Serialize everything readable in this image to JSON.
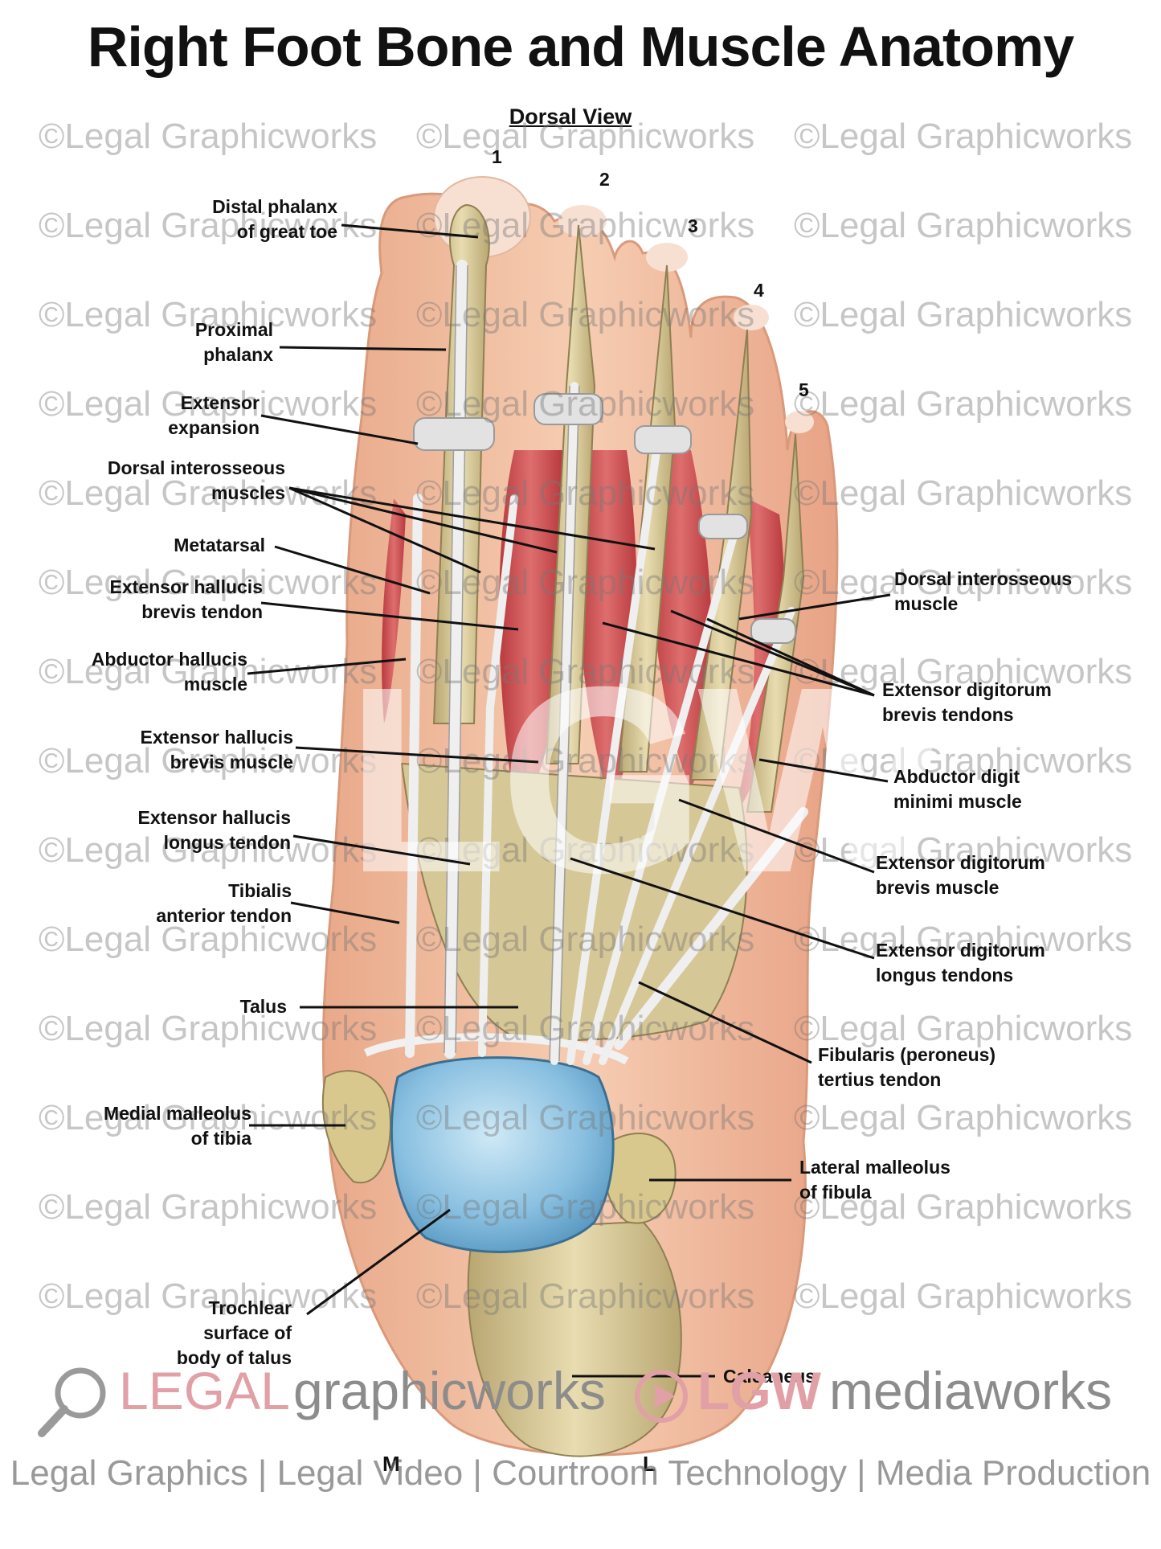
{
  "title": "Right Foot Bone and Muscle Anatomy",
  "subtitle": "Dorsal View",
  "watermark": "©Legal Graphicworks",
  "big_mark": "LGW",
  "toes": [
    "1",
    "2",
    "3",
    "4",
    "5"
  ],
  "orientation": {
    "medial": "M",
    "lateral": "L"
  },
  "labels": {
    "distal_phalanx": "Distal phalanx\nof great toe",
    "proximal_phalanx": "Proximal\nphalanx",
    "extensor_expansion": "Extensor\nexpansion",
    "dorsal_interosseous_muscles": "Dorsal interosseous\nmuscles",
    "metatarsal": "Metatarsal",
    "ehb_tendon": "Extensor hallucis\nbrevis tendon",
    "abductor_hallucis": "Abductor hallucis\nmuscle",
    "ehb_muscle": "Extensor hallucis\nbrevis muscle",
    "ehl_tendon": "Extensor hallucis\nlongus tendon",
    "tibialis_anterior": "Tibialis\nanterior tendon",
    "talus": "Talus",
    "medial_malleolus": "Medial malleolus\nof tibia",
    "trochlear": "Trochlear\nsurface of\nbody of talus",
    "dorsal_interosseous_muscle": "Dorsal interosseous\nmuscle",
    "edb_tendons": "Extensor digitorum\nbrevis tendons",
    "abductor_digiti": "Abductor digit\nminimi muscle",
    "edb_muscle": "Extensor digitorum\nbrevis muscle",
    "edl_tendons": "Extensor digitorum\nlongus tendons",
    "fibularis": "Fibularis (peroneus)\ntertius tendon",
    "lateral_malleolus": "Lateral malleolus\nof fibula",
    "calcaneus": "Calcaneus"
  },
  "brand": {
    "legal": "LEGAL",
    "graphicworks": "graphicworks",
    "lgw": "LGW",
    "mediaworks": "mediaworks"
  },
  "footer": "Legal Graphics | Legal Video | Courtroom Technology | Media Production",
  "colors": {
    "skin": "#f2c2a4",
    "bone": "#dccfa0",
    "tendon": "#e8e8e8",
    "muscle": "#c9464a",
    "cartilage": "#8ec3e0",
    "brand_red": "#e0a0a6",
    "brand_gray": "#8c8c8c"
  }
}
